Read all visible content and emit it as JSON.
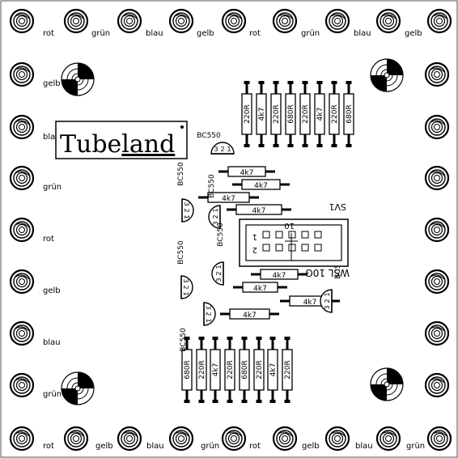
{
  "board": {
    "brand": {
      "pre": "Tube",
      "post": "land"
    },
    "pad_colors": [
      "rot",
      "grün",
      "blau",
      "gelb"
    ],
    "top_row": [
      "rot",
      "grün",
      "blau",
      "gelb",
      "rot",
      "grün",
      "blau",
      "gelb"
    ],
    "bottom_row": [
      "rot",
      "gelb",
      "blau",
      "grün",
      "rot",
      "gelb",
      "blau",
      "grün"
    ],
    "left_col": [
      "gelb",
      "blau",
      "grün",
      "rot",
      "gelb",
      "blau",
      "grün"
    ],
    "transistor_type": "BC550",
    "transistor_pins": [
      "3",
      "2",
      "1"
    ],
    "top_resistor_values": [
      "220R",
      "4k7",
      "220R",
      "680R",
      "220R",
      "4k7",
      "220R",
      "680R"
    ],
    "bottom_resistor_values": [
      "680R",
      "220R",
      "4k7",
      "220R",
      "680R",
      "220R",
      "4k7",
      "220R"
    ],
    "middle_resistor_value": "4k7",
    "connector": {
      "ref": "SV1",
      "type": "WSL 10G",
      "pin1": "1",
      "pin2": "2",
      "pin10": "10"
    }
  }
}
